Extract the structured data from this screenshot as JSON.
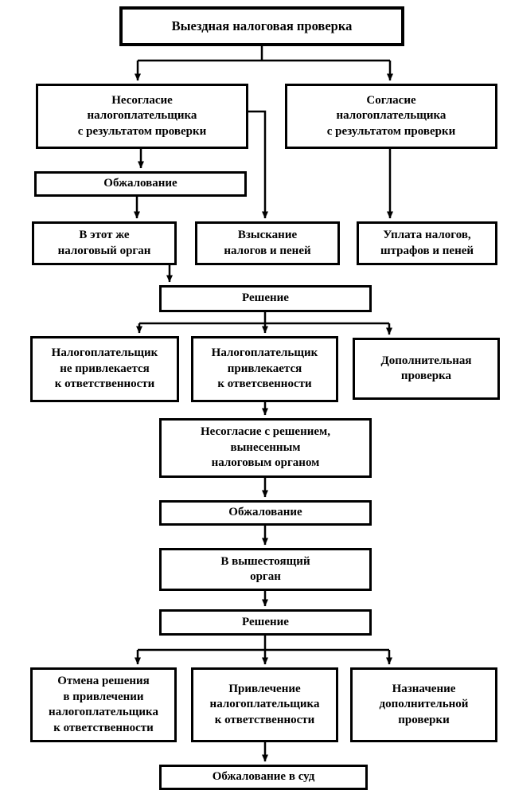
{
  "diagram": {
    "background_color": "#ffffff",
    "line_color": "#000000",
    "text_color": "#000000"
  },
  "nodes": {
    "start": {
      "label": "Выездная налоговая проверка"
    },
    "disagree": {
      "label": "Несогласие\nналогоплательщика\nс результатом проверки"
    },
    "agree": {
      "label": "Согласие\nналогоплательщика\nс результатом проверки"
    },
    "appeal1": {
      "label": "Обжалование"
    },
    "same_authority": {
      "label": "В этот же\nналоговый орган"
    },
    "collection": {
      "label": "Взыскание\nналогов и пеней"
    },
    "payment": {
      "label": "Уплата налогов,\nштрафов и пеней"
    },
    "decision1": {
      "label": "Решение"
    },
    "not_liable": {
      "label": "Налогоплательщик\nне привлекается\nк ответственности"
    },
    "liable": {
      "label": "Налогоплательщик\nпривлекается\nк ответсвенности"
    },
    "additional_check": {
      "label": "Дополнительная\nпроверка"
    },
    "disagree_decision": {
      "label": "Несогласие с решением,\nвынесенным\nналоговым органом"
    },
    "appeal2": {
      "label": "Обжалование"
    },
    "higher_authority": {
      "label": "В вышестоящий\nорган"
    },
    "decision2": {
      "label": "Решение"
    },
    "cancel_decision": {
      "label": "Отмена решения\nв привлечении\nналогоплательщика\nк ответственности"
    },
    "bring_liability": {
      "label": "Привлечение\nналогоплательщика\nк ответственности"
    },
    "assign_additional": {
      "label": "Назначение\nдополнительной\nпроверки"
    },
    "court_appeal": {
      "label": "Обжалование в суд"
    }
  },
  "edges": [
    {
      "from": "start",
      "to": "disagree"
    },
    {
      "from": "start",
      "to": "agree"
    },
    {
      "from": "disagree",
      "to": "appeal1"
    },
    {
      "from": "disagree",
      "to": "collection"
    },
    {
      "from": "agree",
      "to": "payment"
    },
    {
      "from": "appeal1",
      "to": "same_authority"
    },
    {
      "from": "same_authority",
      "to": "decision1"
    },
    {
      "from": "decision1",
      "to": "not_liable"
    },
    {
      "from": "decision1",
      "to": "liable"
    },
    {
      "from": "decision1",
      "to": "additional_check"
    },
    {
      "from": "liable",
      "to": "disagree_decision"
    },
    {
      "from": "disagree_decision",
      "to": "appeal2"
    },
    {
      "from": "appeal2",
      "to": "higher_authority"
    },
    {
      "from": "higher_authority",
      "to": "decision2"
    },
    {
      "from": "decision2",
      "to": "cancel_decision"
    },
    {
      "from": "decision2",
      "to": "bring_liability"
    },
    {
      "from": "decision2",
      "to": "assign_additional"
    },
    {
      "from": "bring_liability",
      "to": "court_appeal"
    }
  ]
}
